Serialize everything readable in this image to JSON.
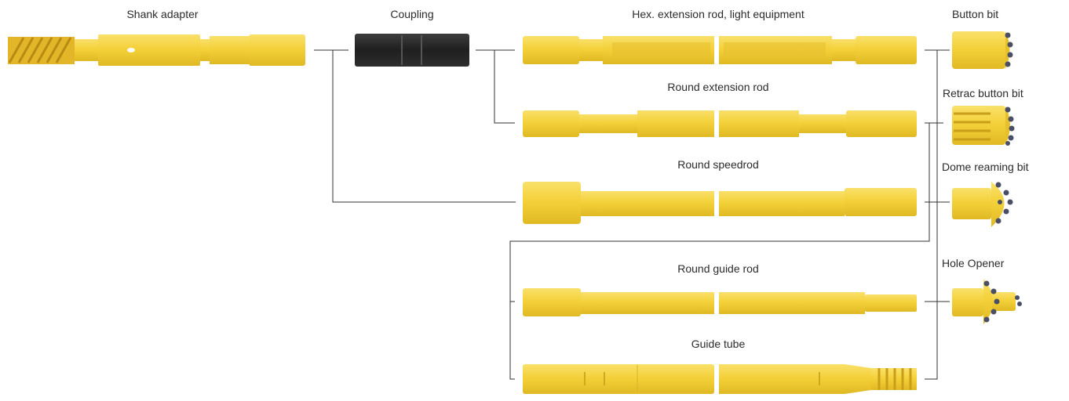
{
  "labels": {
    "shank_adapter": "Shank adapter",
    "coupling": "Coupling",
    "hex_extension_rod": "Hex. extension rod, light equipment",
    "round_extension_rod": "Round extension rod",
    "round_speedrod": "Round speedrod",
    "round_guide_rod": "Round guide rod",
    "guide_tube": "Guide tube",
    "button_bit": "Button bit",
    "retrac_button_bit": "Retrac button bit",
    "dome_reaming_bit": "Dome reaming bit",
    "hole_opener": "Hole Opener"
  },
  "colors": {
    "yellow": "#f4d13a",
    "yellow_dark": "#e2bb22",
    "yellow_light": "#f9e06a",
    "coupling_black": "#2a2a2a",
    "line": "#333333",
    "button_insert": "#4a4f66"
  }
}
